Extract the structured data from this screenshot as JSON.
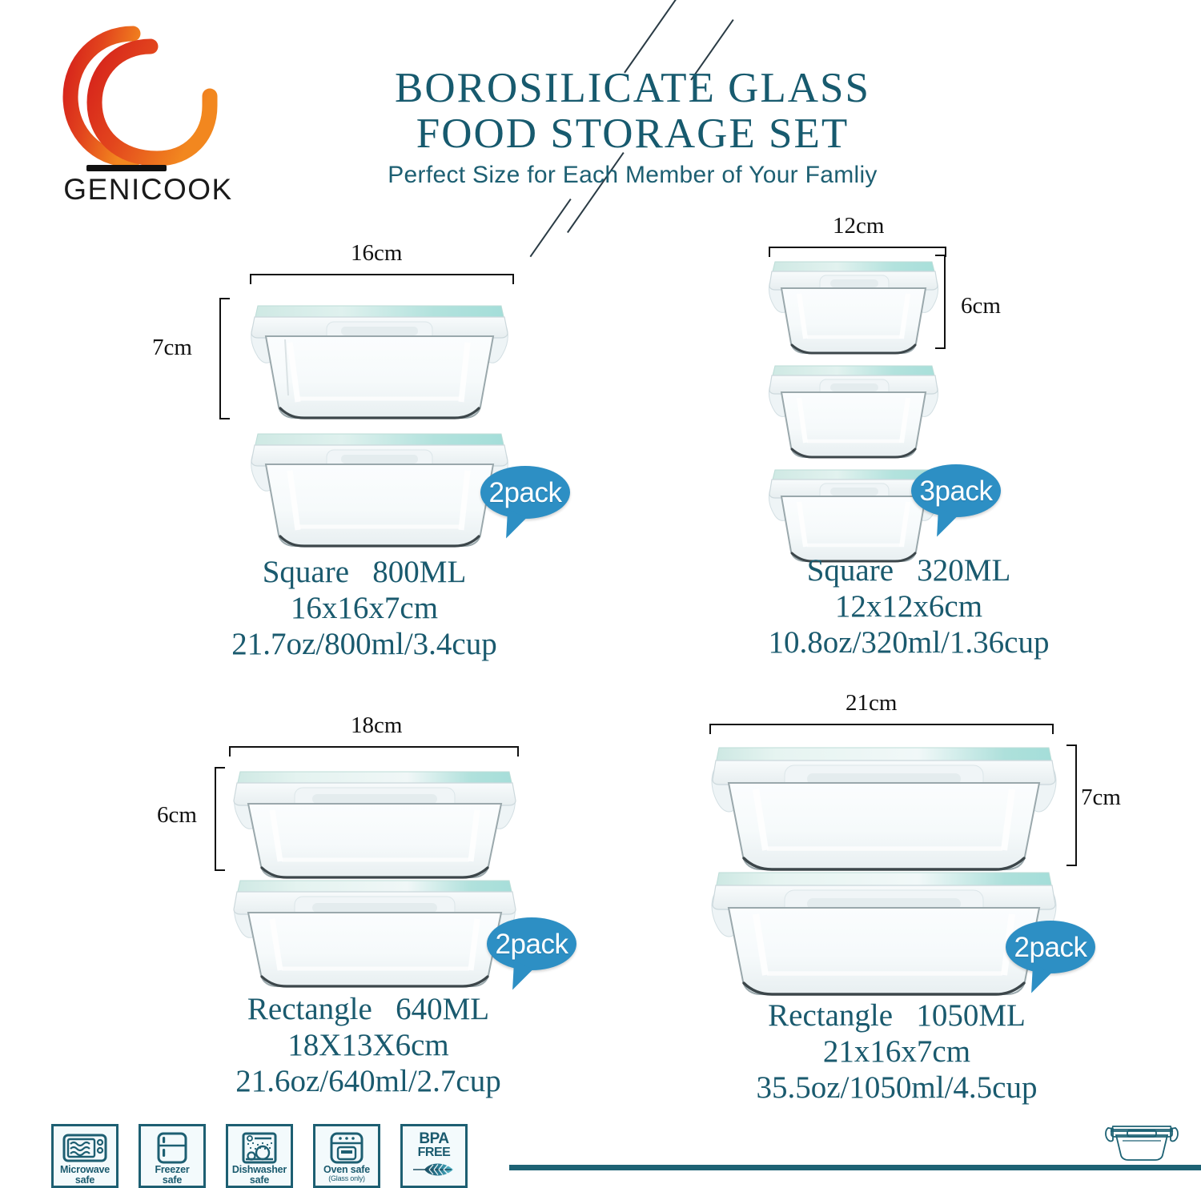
{
  "brand": {
    "name": "GENICOOK",
    "logo_icon": "double-g-logo",
    "colors": {
      "logo_start": "#d8231f",
      "logo_end": "#f08020",
      "accent_teal": "#1a5a6e",
      "badge_blue": "#2d8fc4",
      "lid_mint": "#b9e3dd"
    }
  },
  "header": {
    "title_line1": "BOROSILICATE GLASS",
    "title_line2": "FOOD STORAGE SET",
    "subtitle": "Perfect Size for Each Member of Your Famliy"
  },
  "products": [
    {
      "id": "square-800",
      "count": 2,
      "pack_label": "2pack",
      "shape": "Square",
      "volume": "800ML",
      "name_line": "Square   800ML",
      "dimensions_line": "16x16x7cm",
      "capacity_line": "21.7oz/800ml/3.4cup",
      "width_label": "16cm",
      "height_label": "7cm"
    },
    {
      "id": "square-320",
      "count": 3,
      "pack_label": "3pack",
      "shape": "Square",
      "volume": "320ML",
      "name_line": "Square   320ML",
      "dimensions_line": "12x12x6cm",
      "capacity_line": "10.8oz/320ml/1.36cup",
      "width_label": "12cm",
      "height_label": "6cm"
    },
    {
      "id": "rect-640",
      "count": 2,
      "pack_label": "2pack",
      "shape": "Rectangle",
      "volume": "640ML",
      "name_line": "Rectangle   640ML",
      "dimensions_line": "18X13X6cm",
      "capacity_line": "21.6oz/640ml/2.7cup",
      "width_label": "18cm",
      "height_label": "6cm"
    },
    {
      "id": "rect-1050",
      "count": 2,
      "pack_label": "2pack",
      "shape": "Rectangle",
      "volume": "1050ML",
      "name_line": "Rectangle   1050ML",
      "dimensions_line": "21x16x7cm",
      "capacity_line": "35.5oz/1050ml/4.5cup",
      "width_label": "21cm",
      "height_label": "7cm"
    }
  ],
  "features": [
    {
      "id": "microwave",
      "icon": "microwave-icon",
      "line1": "Microwave",
      "line2": "safe",
      "note": ""
    },
    {
      "id": "freezer",
      "icon": "freezer-icon",
      "line1": "Freezer",
      "line2": "safe",
      "note": ""
    },
    {
      "id": "dishwasher",
      "icon": "dishwasher-icon",
      "line1": "Dishwasher",
      "line2": "safe",
      "note": ""
    },
    {
      "id": "oven",
      "icon": "oven-icon",
      "line1": "Oven safe",
      "line2": "",
      "note": "(Glass only)"
    },
    {
      "id": "bpa",
      "icon": "leaf-icon",
      "line1": "BPA",
      "line2": "FREE",
      "note": ""
    }
  ],
  "footer": {
    "container_icon": "container-outline-icon",
    "bar_color": "#1d6274"
  }
}
